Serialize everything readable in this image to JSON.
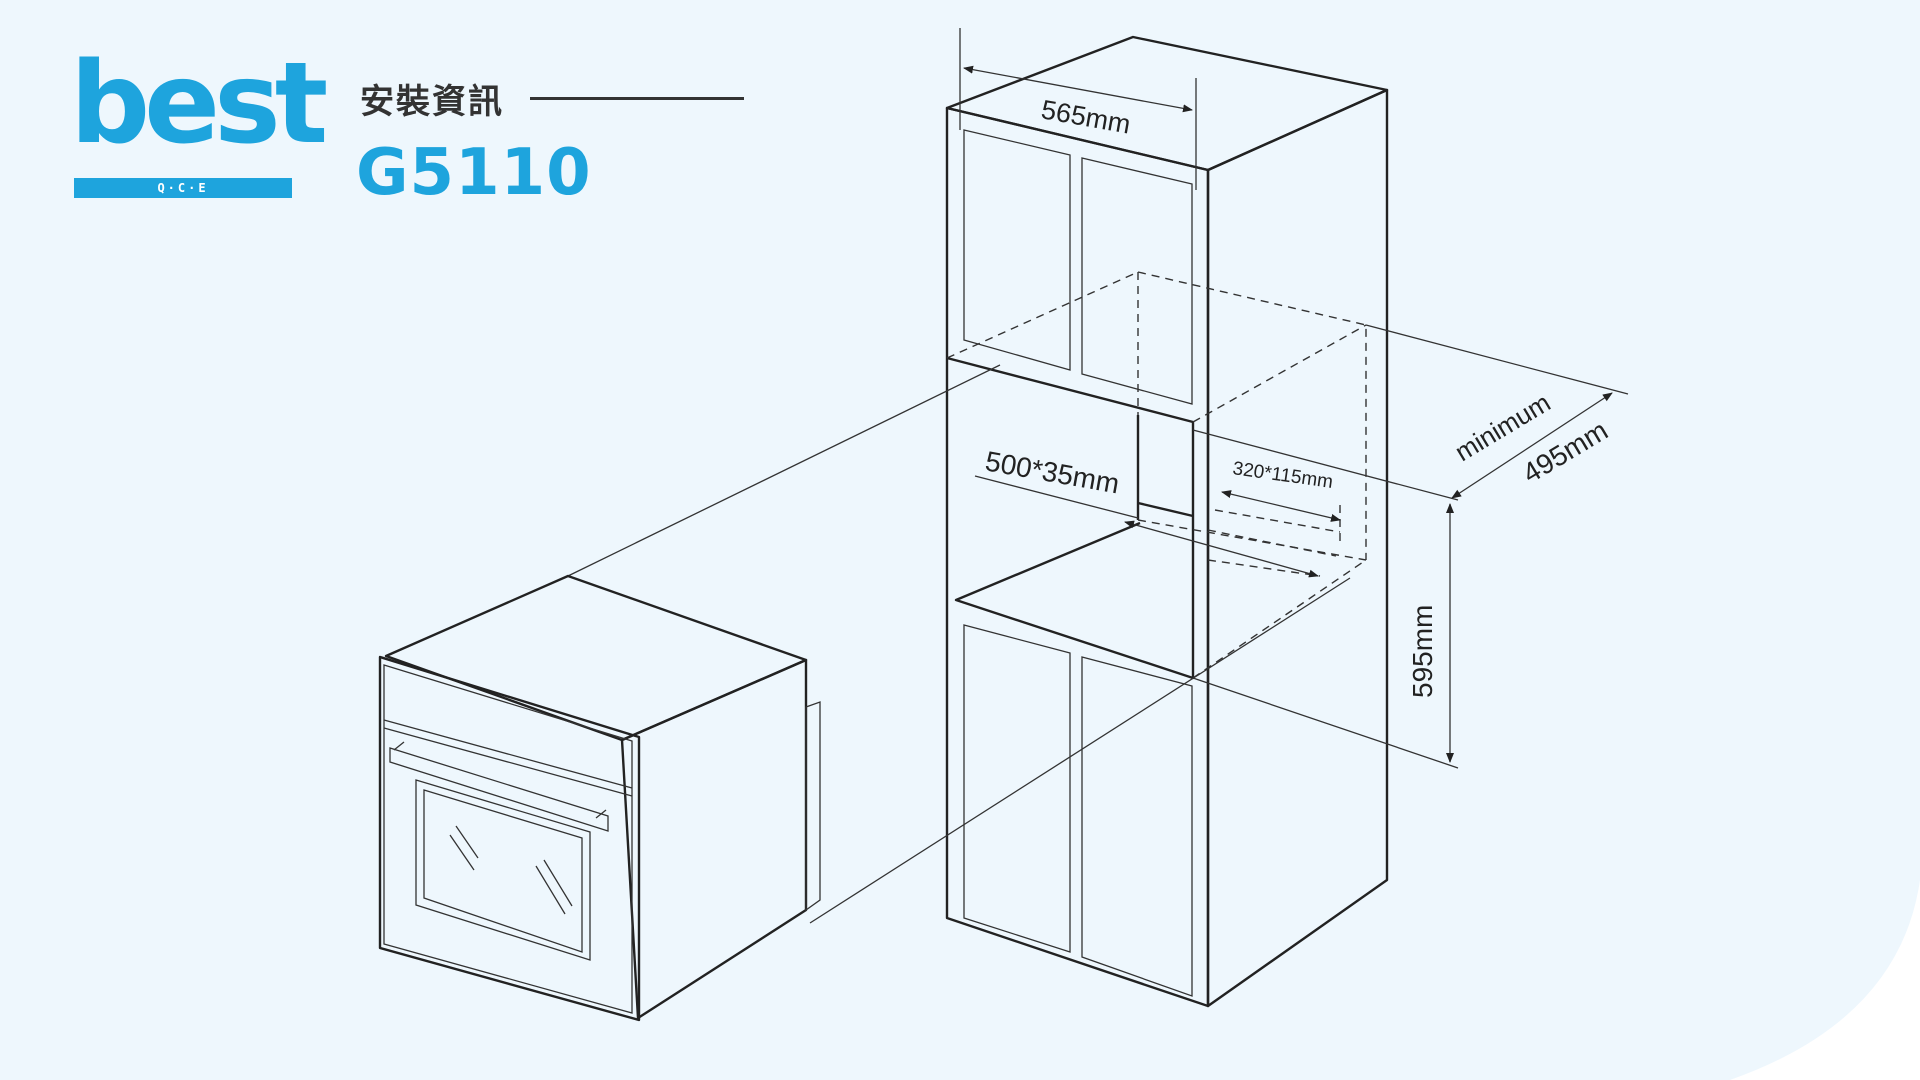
{
  "brand": {
    "logo_word": "best",
    "logo_sub": "Q·C·E",
    "color": "#1ea4dd"
  },
  "header": {
    "title": "安裝資訊",
    "model": "G5110"
  },
  "dimensions": {
    "cabinet_width": "565mm",
    "vent_top": "500*35mm",
    "vent_bottom": "320*115mm",
    "depth_label": "minimum",
    "depth_value": "495mm",
    "opening_height": "595mm"
  },
  "colors": {
    "background": "#eef7fd",
    "accent": "#1ea4dd",
    "line": "#222222"
  }
}
